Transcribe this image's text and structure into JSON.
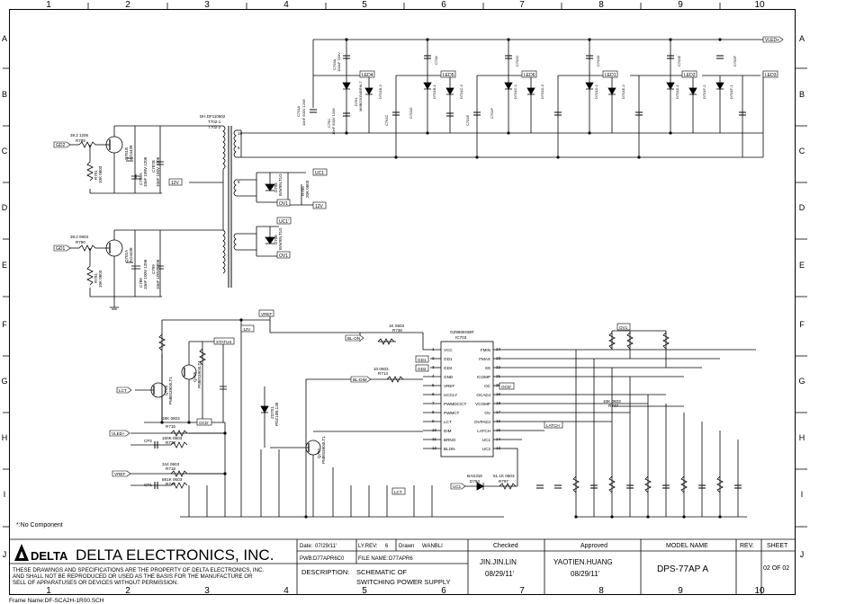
{
  "grid": {
    "columns": [
      "1",
      "2",
      "3",
      "4",
      "5",
      "6",
      "7",
      "8",
      "9",
      "10"
    ],
    "rows": [
      "A",
      "B",
      "C",
      "D",
      "E",
      "F",
      "G",
      "H",
      "I",
      "J"
    ]
  },
  "nets": {
    "vled_plus": "VLED+",
    "led4": "LED4",
    "led5": "LED5",
    "led6": "LED6",
    "led1": "LED1",
    "led2": "LED2",
    "led3": "LED3",
    "gd2": "GD2",
    "gd1": "GD1",
    "v12": "12V",
    "v12b": "12V",
    "uc1": "UC1",
    "ov1": "OV1",
    "uc1b": "UC1'",
    "ov1b": "OV1",
    "vref": "VREF",
    "v12c": "12V",
    "status": "STATUS",
    "bl_on": "BL-ON",
    "bl_dim": "BL-DIM",
    "gd1b": "GD1",
    "gd2b": "GD2",
    "ocd": "OCD'",
    "ov1c": "OV1",
    "lct": "LCT",
    "ocd2": "OCD'",
    "vled_plus2": "VLED+",
    "vref2": "VREF",
    "latch": "LATCH",
    "lct2": "LCT",
    "uc1c": "UC1"
  },
  "parts": {
    "r789": "39.2 1206",
    "r789n": "R789",
    "r790": "39.2 0603",
    "r790n": "R790",
    "q701": "Q701B",
    "q701t": "AO4438",
    "q701a": "Q701A",
    "q701at": "AO4438",
    "r791": "R791",
    "r791v": "10K 0603",
    "r794": "R794",
    "r794v": "10K 0603",
    "c787": "C787B",
    "c787v": "10nF 100V 1206",
    "c788": "C788",
    "c788v": "10nF 100V 1206",
    "c786": "C786A",
    "c786v": "10nF 100V 1206",
    "c799": "C799",
    "c799v": "10nF 100V 1206",
    "t702": "DH.DF110602",
    "t702a": "T702-1",
    "t702b": "T702-2",
    "pin18": "18",
    "pin9": "9",
    "pin6": "6",
    "d705": "D705",
    "d705v": "BAV99LT1G",
    "d706": "D706",
    "d706v": "BAV99LT1G",
    "r705": "R705",
    "r705v": "20K 0603",
    "cap_b_a": "C701A",
    "cap_b_av": "10nF 500V 1206",
    "d761": "D761",
    "d761v": "MMBD3004BRM-7",
    "c790": "C790",
    "c790v": "10nF 500V 1206",
    "c761c": "C761C",
    "c791d": "C701D",
    "c791e": "C701E",
    "c701f": "C701F",
    "c728": "C728",
    "c702c": "C702C",
    "c702d": "C702D",
    "c702e": "C702E",
    "c702f": "C702F",
    "c703": "C703A",
    "c703v": "100nF 250V",
    "d791": "D701B-2",
    "d792": "D701B-1",
    "d793": "D701C-2",
    "d794": "D701C-1",
    "d795": "D701D-2",
    "d796": "D701D-1",
    "d797": "D701E-2",
    "d798": "D701E-1",
    "d799": "D701F-2",
    "d800": "D701F-1",
    "r736": "1K 0603",
    "r736n": "R736",
    "ic703": "IC703",
    "ic703v": "OZ9908GBR",
    "pins_left": [
      "VCC",
      "GD1",
      "GD2",
      "GND",
      "VREF",
      "UCCLY",
      "PWMDC/CT",
      "PWMCT",
      "LCT",
      "DIM",
      "BRNO",
      "BLON"
    ],
    "pins_right": [
      "FMIN",
      "FMAX",
      "SS",
      "ICOMP",
      "OC",
      "OCADJ",
      "VCOMP",
      "OV",
      "OVPADJ",
      "LATCH",
      "UC1",
      "UC2"
    ],
    "pinnums_left": [
      "1",
      "2",
      "3",
      "4",
      "5",
      "6",
      "7",
      "8",
      "9",
      "10",
      "11",
      "12"
    ],
    "pinnums_right": [
      "24",
      "23",
      "22",
      "21",
      "20",
      "19",
      "18",
      "17",
      "16",
      "15",
      "14",
      "13"
    ],
    "r714": "10.0603",
    "r714n": "R714",
    "r747": "10K 0603",
    "r747n": "R747",
    "r797": "51.1K 0603",
    "r797n": "R797",
    "d794b": "BAS316",
    "d794bn": "D794",
    "q704": "Q704",
    "q704v": "PMBS3904LT1",
    "q705": "Q705",
    "q705v": "PMBS3904LT1",
    "r715": "18K 0603",
    "r715n": "R715",
    "r738": "150K 0603",
    "r738n": "R738",
    "r718": "344 0603",
    "r718n": "R718",
    "r748": "681K 0603",
    "r748n": "R748",
    "cp2": "CP2",
    "cp1": "CP1",
    "q702": "Q702",
    "q702v": "PMBS3904LT1",
    "zd": "ZD701",
    "zdv": "PDZ10B,135"
  },
  "title_block": {
    "company": "DELTA ELECTRONICS, INC.",
    "disclaimer1": "THESE DRAWINGS AND SPECIFICATIONS ARE THE PROPERTY OF DELTA ELECTRONICS, INC.",
    "disclaimer2": "AND SHALL NOT BE REPRODUCED OR USED AS THE BASIS FOR THE MANUFACTURE OR",
    "disclaimer3": "SELL OF APPARATUSES OR DEVICES WITHOUT PERMISSION.",
    "date_label": "Date:",
    "date_value": "07/29/11'",
    "lyrev_label": "LY.REV:",
    "lyrev_value": "6",
    "drawn_label": "Drawn",
    "drawn_value": "WANBLI",
    "pwb_label": "PWB:",
    "pwb_value": "D77APR6C0",
    "file_label": "FILE NAME:",
    "file_value": "D77APR6",
    "desc_label": "DESCRIPTION:",
    "desc_line1": "SCHEMATIC OF",
    "desc_line2": "SWITCHING POWER SUPPLY",
    "checked_label": "Checked",
    "checked_name": "JIN.JIN.LIN",
    "checked_date": "08/29/11'",
    "approved_label": "Approved",
    "approved_name": "YAOTIEN.HUANG",
    "approved_date": "08/29/11'",
    "model_label": "MODEL NAME",
    "model_value": "DPS-77AP A",
    "rev_label": "REV.",
    "sheet_label": "SHEET",
    "sheet_value": "02 OF  02",
    "logo_text": "DELTA"
  },
  "notes": {
    "no_component": "*:No Component",
    "frame_name": "Frame Name:DF-SCA2H-1R00.SCH"
  }
}
